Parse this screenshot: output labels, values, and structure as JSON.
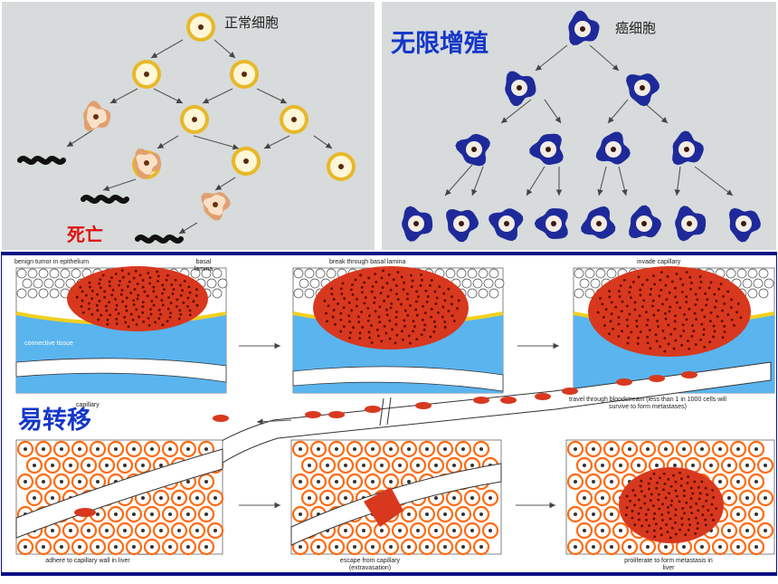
{
  "normal_panel": {
    "title": "正常细胞",
    "death_label": "死亡"
  },
  "cancer_panel": {
    "title": "癌细胞",
    "proliferation_label": "无限增殖"
  },
  "metastasis_panel": {
    "metastasis_label": "易转移",
    "captions": {
      "benign": "benign tumor in epithelium",
      "basal": "basal lamina",
      "connective": "connective tissue",
      "break": "break through basal lamina",
      "invade": "invade capillary",
      "capillary": "capillary",
      "travel": "travel through bloodstream (less than 1 in 1000 cells will survive to form metastases)",
      "adhere": "adhere to capillary wall in liver",
      "escape": "escape from capillary (extravasation)",
      "proliferate": "proliferate to form metastasis in liver"
    }
  },
  "colors": {
    "normal_cell_ring": "#e8b828",
    "dying_cell": "#e0a070",
    "cancer_cell": "#1e2a9a",
    "tumor_red": "#d8381e",
    "vessel_blue": "#5ab4ee",
    "label_blue": "#1537c8",
    "label_red": "#e01010"
  }
}
